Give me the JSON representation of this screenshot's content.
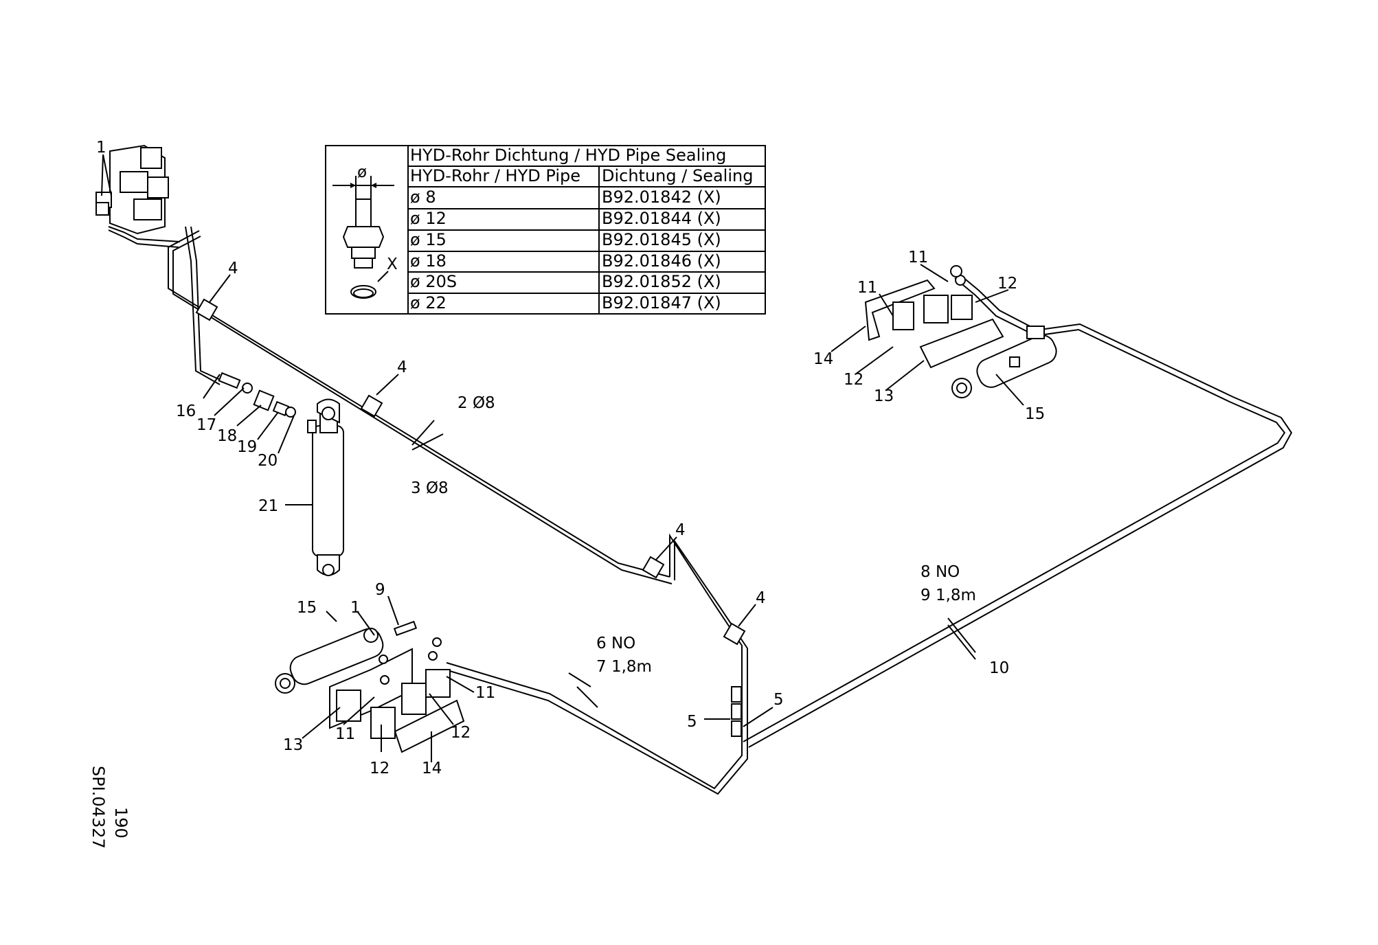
{
  "table": {
    "title": "HYD-Rohr Dichtung / HYD Pipe Sealing",
    "headers": [
      "HYD-Rohr / HYD Pipe",
      "Dichtung / Sealing"
    ],
    "rows": [
      {
        "pipe": "ø 8",
        "sealing": "B92.01842   (X)"
      },
      {
        "pipe": "ø 12",
        "sealing": "B92.01844   (X)"
      },
      {
        "pipe": "ø 15",
        "sealing": "B92.01845   (X)"
      },
      {
        "pipe": "ø 18",
        "sealing": "B92.01846   (X)"
      },
      {
        "pipe": "ø 20S",
        "sealing": "B92.01852   (X)"
      },
      {
        "pipe": "ø 22",
        "sealing": "B92.01847   (X)"
      }
    ],
    "icon_diameter": "ø",
    "icon_seal": "X"
  },
  "callouts": {
    "c1": "1",
    "c1b": "1",
    "c4a": "4",
    "c4b": "4",
    "c4c": "4",
    "c4d": "4",
    "c2": "2 Ø8",
    "c3": "3 Ø8",
    "c16": "16",
    "c17": "17",
    "c18": "18",
    "c19": "19",
    "c20": "20",
    "c21": "21",
    "c15a": "15",
    "c15b": "15",
    "c9": "9",
    "c6": "6 NO",
    "c7": "7 1,8m",
    "c8": "8 NO",
    "c9b": "9 1,8m",
    "c10": "10",
    "c5a": "5",
    "c5b": "5",
    "c11a": "11",
    "c11b": "11",
    "c11c": "11",
    "c11d": "11",
    "c12a": "12",
    "c12b": "12",
    "c12c": "12",
    "c12d": "12",
    "c13a": "13",
    "c13b": "13",
    "c14a": "14",
    "c14b": "14"
  },
  "side": {
    "page": "190",
    "ref": "SPI.04327"
  }
}
